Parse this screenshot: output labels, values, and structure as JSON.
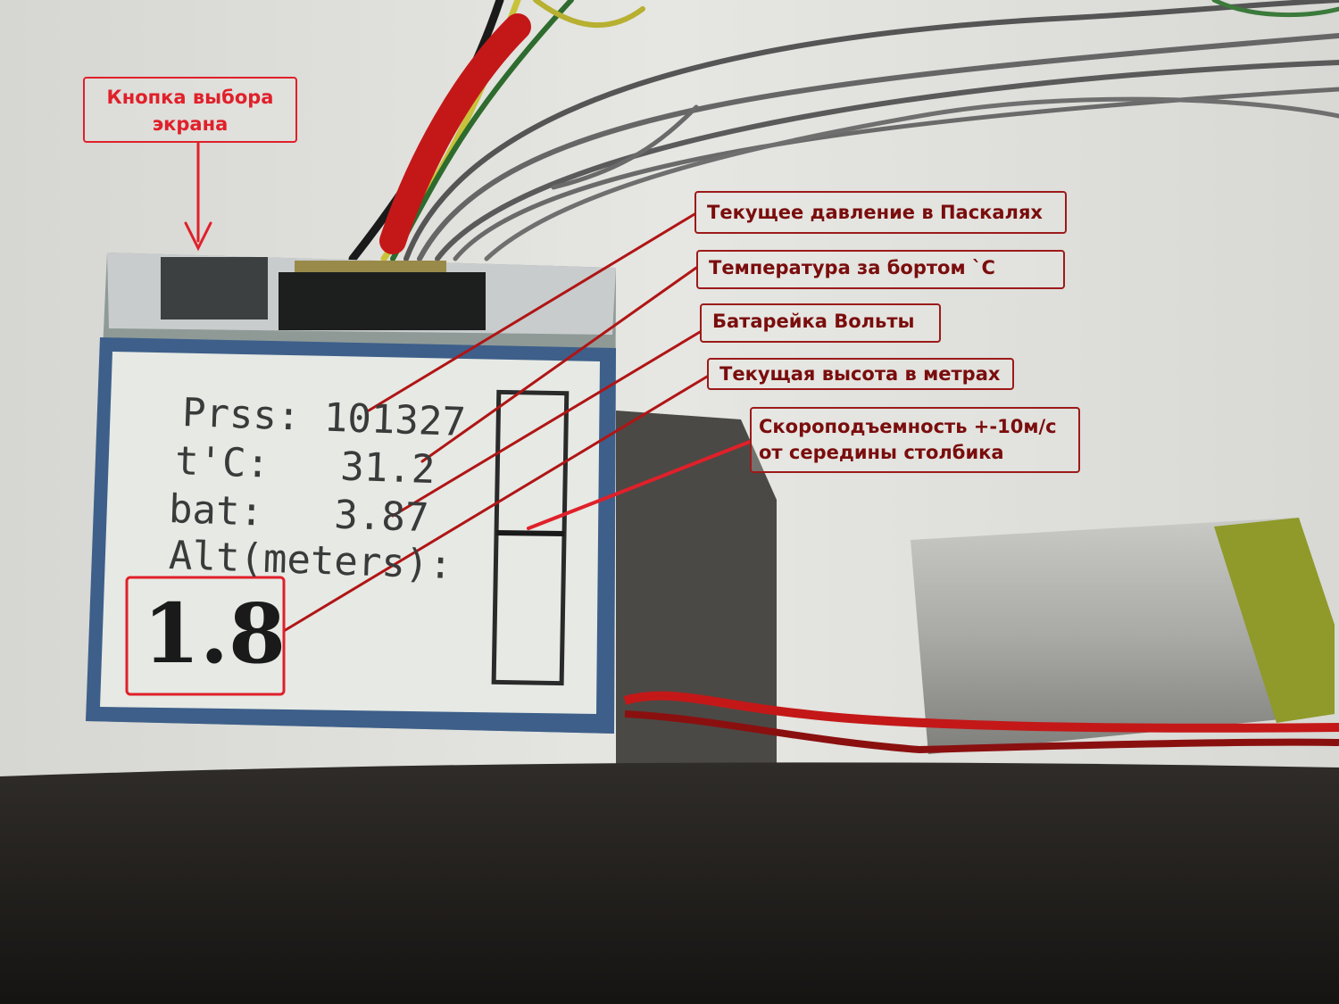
{
  "annotations": {
    "button": [
      "Кнопка выбора",
      "экрана"
    ],
    "pressure": "Текущее давление в Паскалях",
    "temperature": "Температура за бортом `С",
    "battery": "Батарейка Вольты",
    "altitude": "Текущая высота в метрах",
    "climb": [
      "Скороподъемность +-10м/с",
      "от середины столбика"
    ]
  },
  "lcd": {
    "press_label": "Prss:",
    "press_value": "101327",
    "temp_label": "t'C:",
    "temp_value": "31.2",
    "bat_label": "bat:",
    "bat_value": "3.87",
    "alt_label": "Alt(meters):",
    "alt_value": "1.8"
  },
  "colors": {
    "annotation_border": "#9c1a1a",
    "annotation_text": "#7a0d0d",
    "button_annotation": "#e0202a",
    "lcd_background": "#e6e9e4",
    "lcd_frame": "#3d5f8a"
  }
}
